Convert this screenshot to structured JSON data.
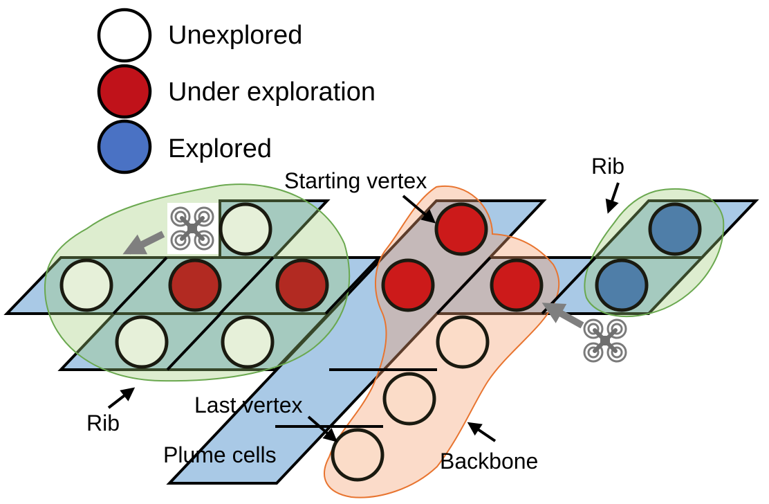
{
  "legend": {
    "unexplored": "Unexplored",
    "under_exploration": "Under exploration",
    "explored": "Explored"
  },
  "labels": {
    "starting_vertex": "Starting vertex",
    "last_vertex": "Last vertex",
    "rib_left": "Rib",
    "rib_right": "Rib",
    "plume_cells": "Plume cells",
    "backbone": "Backbone"
  },
  "colors": {
    "unexplored": "#e6f0d9",
    "under_exploration": "#c0121a",
    "explored": "#4a72c4",
    "plume_cell": "#a9c9e6",
    "rib_region": "#9fcc76",
    "backbone_region": "#f4a070",
    "backbone_node": "#fbdcc8",
    "drone": "#6f6f6f"
  },
  "icons": [
    "drone-icon",
    "arrow-icon"
  ]
}
